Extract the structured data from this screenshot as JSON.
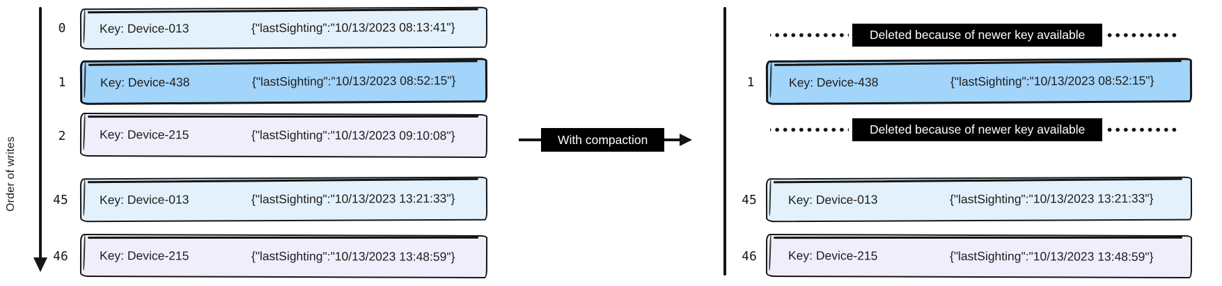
{
  "left_diagram": {
    "axis_label": "Order of writes",
    "rows": [
      {
        "index": "0",
        "key": "Key: Device-013",
        "value": "{\"lastSighting\":\"10/13/2023 08:13:41\"}",
        "fill": "blue-light"
      },
      {
        "index": "1",
        "key": "Key: Device-438",
        "value": "{\"lastSighting\":\"10/13/2023 08:52:15\"}",
        "fill": "blue"
      },
      {
        "index": "2",
        "key": "Key: Device-215",
        "value": "{\"lastSighting\":\"10/13/2023 09:10:08\"}",
        "fill": "lavender"
      },
      {
        "index": "45",
        "key": "Key: Device-013",
        "value": "{\"lastSighting\":\"10/13/2023 13:21:33\"}",
        "fill": "blue-light"
      },
      {
        "index": "46",
        "key": "Key: Device-215",
        "value": "{\"lastSighting\":\"10/13/2023 13:48:59\"}",
        "fill": "lavender"
      }
    ]
  },
  "transform_arrow": {
    "label": "With compaction"
  },
  "right_diagram": {
    "rows": [
      {
        "type": "deleted",
        "label": "Deleted because of newer key available"
      },
      {
        "type": "record",
        "index": "1",
        "key": "Key: Device-438",
        "value": "{\"lastSighting\":\"10/13/2023 08:52:15\"}",
        "fill": "blue"
      },
      {
        "type": "deleted",
        "label": "Deleted because of newer key available"
      },
      {
        "type": "record",
        "index": "45",
        "key": "Key: Device-013",
        "value": "{\"lastSighting\":\"10/13/2023 13:21:33\"}",
        "fill": "blue-light"
      },
      {
        "type": "record",
        "index": "46",
        "key": "Key: Device-215",
        "value": "{\"lastSighting\":\"10/13/2023 13:48:59\"}",
        "fill": "lavender"
      }
    ]
  },
  "colors": {
    "blue_light": "#e3f1fc",
    "blue": "#a3d4fa",
    "lavender": "#f1eefb",
    "ink": "#161616",
    "label_bg": "#000000",
    "label_text": "#ffffff"
  }
}
